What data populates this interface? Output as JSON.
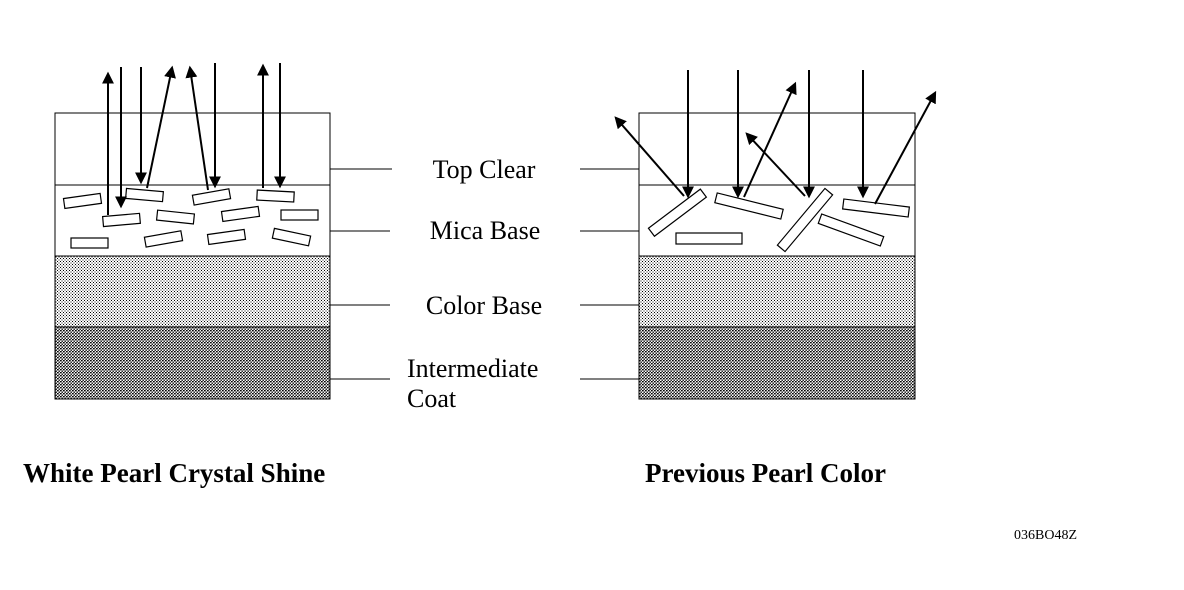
{
  "labels": {
    "top_clear": "Top Clear",
    "mica_base": "Mica Base",
    "color_base": "Color Base",
    "intermediate_line1": "Intermediate",
    "intermediate_line2": "Coat"
  },
  "captions": {
    "left": "White Pearl Crystal Shine",
    "right": "Previous Pearl Color"
  },
  "figure_id": "036BO48Z",
  "colors": {
    "ink": "#000000",
    "color_base_dot": "#b5b5b5",
    "intermediate_dot": "#8a8a8a"
  }
}
